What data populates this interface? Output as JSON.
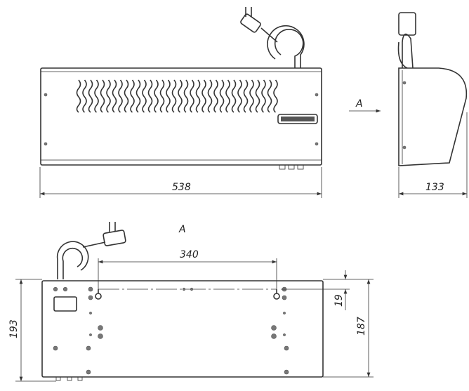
{
  "views": {
    "front": {
      "width_label": "538"
    },
    "side": {
      "depth_label": "133",
      "view_arrow_label": "A"
    },
    "bottom": {
      "title": "A",
      "mount_spacing_label": "340",
      "total_height_label": "193",
      "body_height_label": "187",
      "hole_offset_label": "19"
    }
  },
  "colors": {
    "line": "#333333",
    "hole": "#777777"
  }
}
